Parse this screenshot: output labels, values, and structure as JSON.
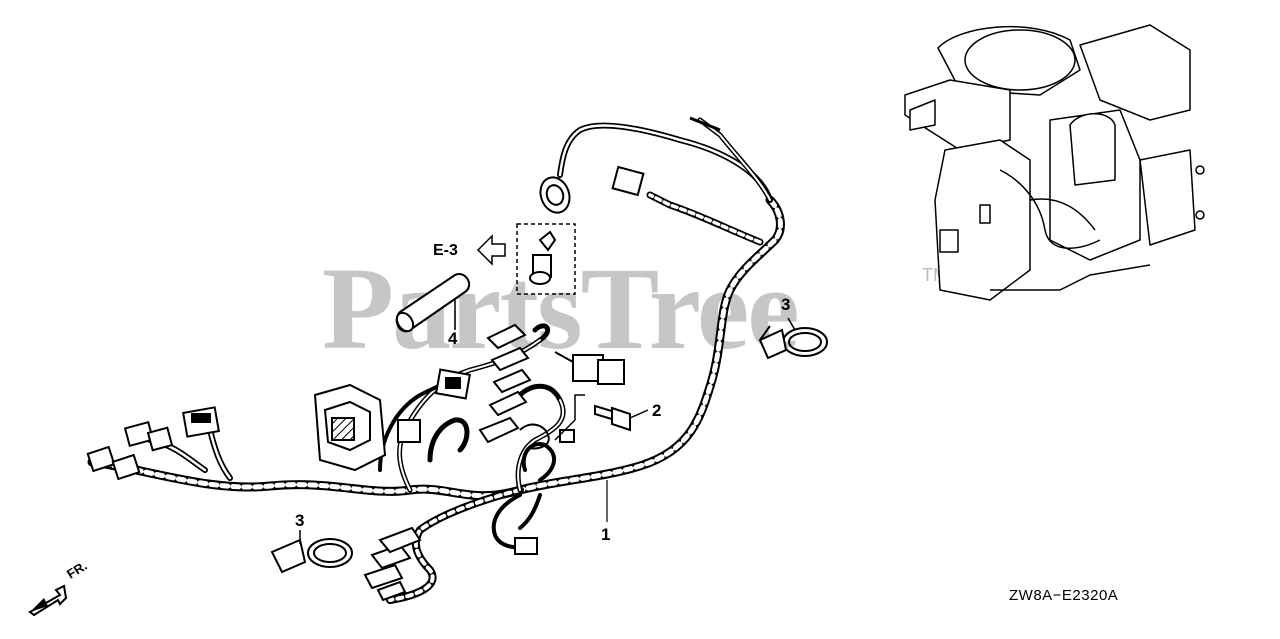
{
  "diagram": {
    "watermark": "PartsTree",
    "trademark": "TM",
    "reference": "E-3",
    "front_label": "FR.",
    "diagram_code": "ZW8A−E2320A",
    "callouts": {
      "harness": "1",
      "bolt": "2",
      "clamp_right": "3",
      "clamp_left": "3",
      "tube": "4"
    },
    "parts": [
      {
        "id": "1",
        "icon": "wire-harness-icon"
      },
      {
        "id": "2",
        "icon": "flange-bolt-icon"
      },
      {
        "id": "3",
        "icon": "cable-clamp-icon"
      },
      {
        "id": "4",
        "icon": "protective-tube-icon"
      }
    ]
  }
}
